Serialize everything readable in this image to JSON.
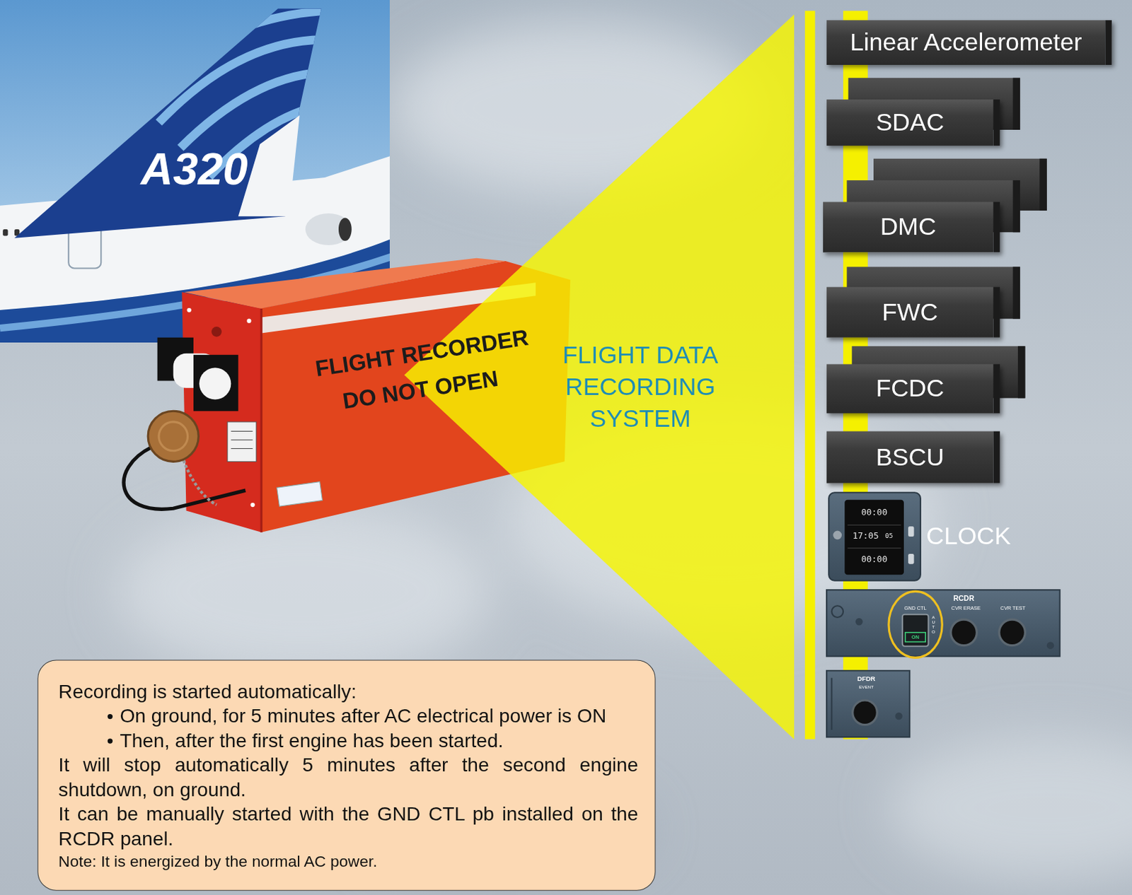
{
  "diagram": {
    "title": "FLIGHT DATA RECORDING SYSTEM",
    "nodes": [
      {
        "text": [
          "Linear Accelerometer"
        ]
      },
      {
        "text": [
          "SDAC"
        ]
      },
      {
        "text": [
          "DMC"
        ]
      },
      {
        "text": [
          "FWC"
        ]
      },
      {
        "text": [
          "FCDC"
        ]
      },
      {
        "text": [
          "BSCU"
        ]
      },
      {
        "text": [
          "Recording is started automatically:",
          "On ground, for 5 minutes after AC electrical power is ON",
          "Then, after the first engine has been started.",
          "It will stop automatically 5 minutes after the second engine shutdown, on ground.",
          "It can be manually started with the GND CTL pb installed on the RCDR panel.",
          "Note: It is energized by the normal AC power."
        ]
      }
    ],
    "labels": [
      "A320",
      "FLIGHT RECORDER",
      "DO NOT OPEN",
      "CLOCK",
      "00:00",
      "17:05",
      "05",
      "00:00",
      "RCDR",
      "GND CTL",
      "ON",
      "AUTO",
      "CVR ERASE",
      "CVR TEST",
      "DFDR",
      "EVENT"
    ]
  }
}
